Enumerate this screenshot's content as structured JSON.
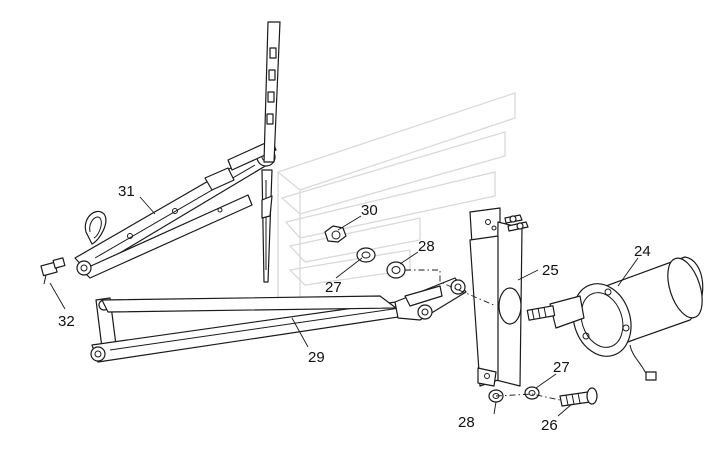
{
  "diagram": {
    "callouts": {
      "c24": "24",
      "c25": "25",
      "c26": "26",
      "c27a": "27",
      "c27b": "27",
      "c28a": "28",
      "c28b": "28",
      "c29": "29",
      "c30": "30",
      "c31": "31",
      "c32": "32"
    }
  }
}
